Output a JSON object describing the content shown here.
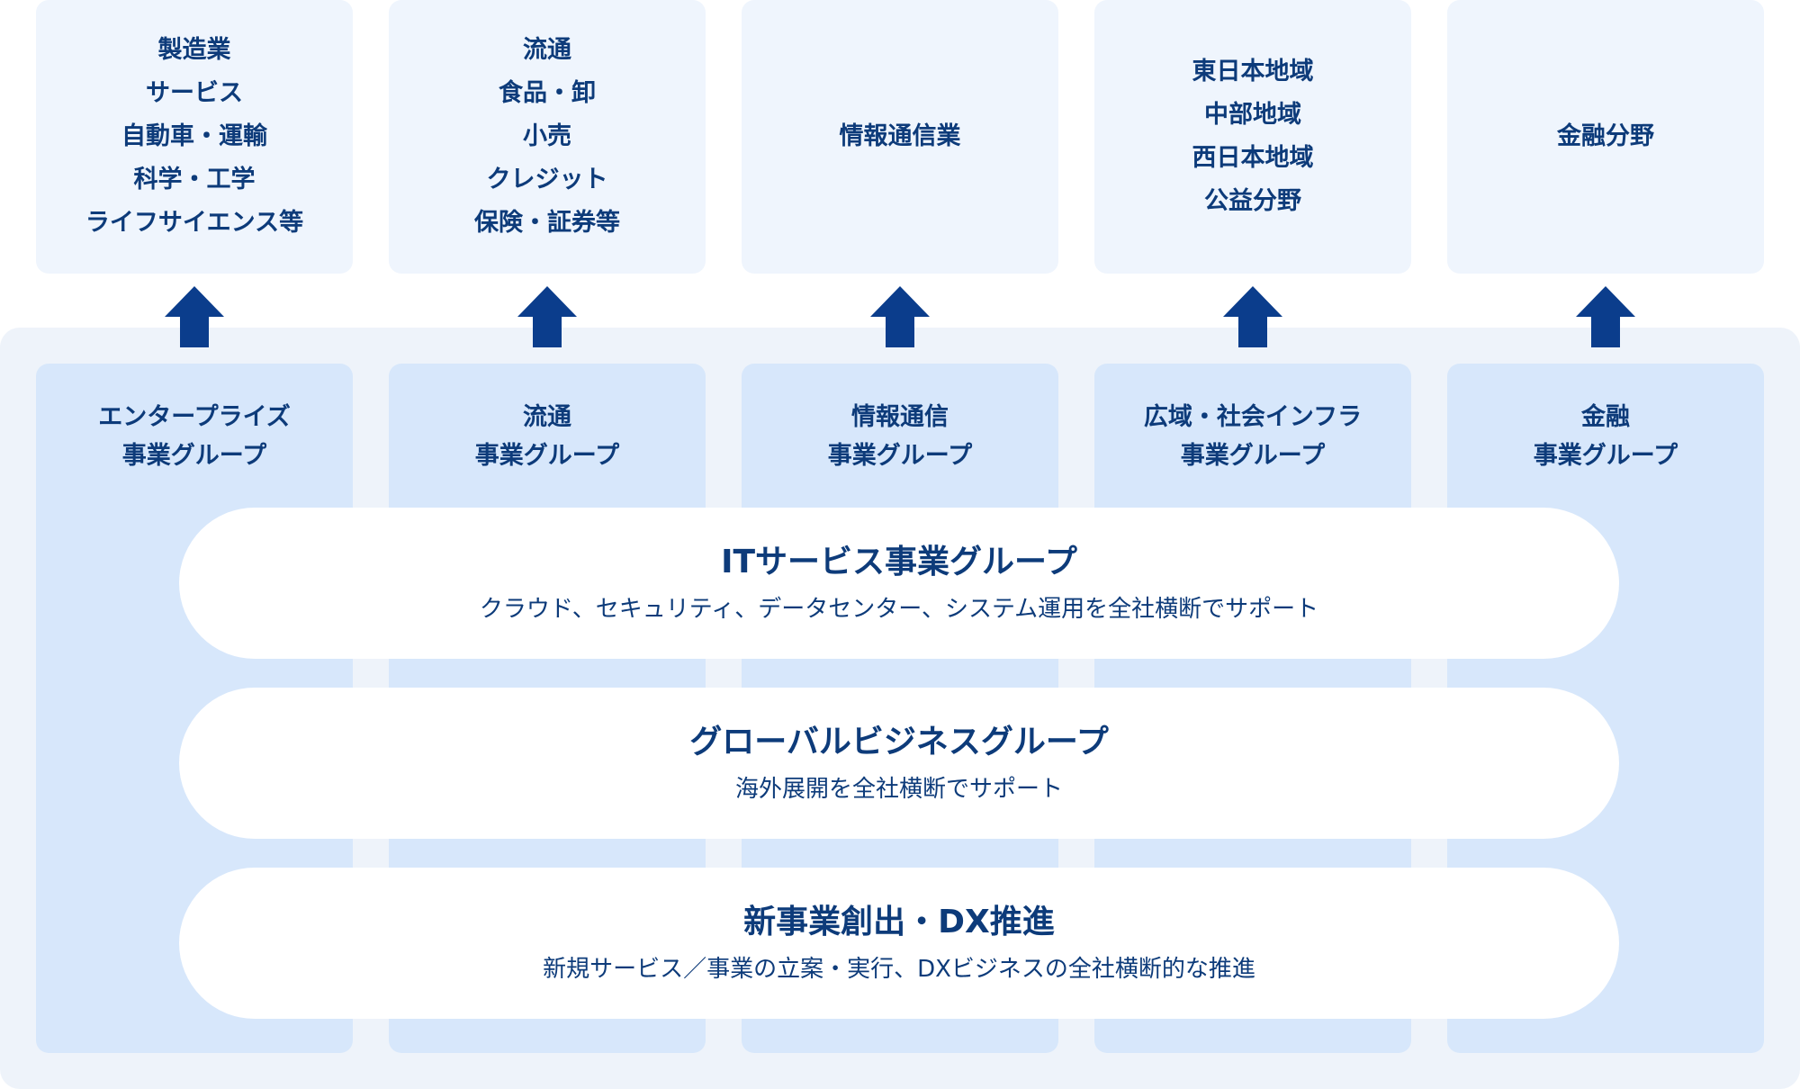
{
  "markets": [
    {
      "lines": [
        "製造業",
        "サービス",
        "自動車・運輸",
        "科学・工学",
        "ライフサイエンス等"
      ]
    },
    {
      "lines": [
        "流通",
        "食品・卸",
        "小売",
        "クレジット",
        "保険・証券等"
      ]
    },
    {
      "lines": [
        "情報通信業"
      ]
    },
    {
      "lines": [
        "東日本地域",
        "中部地域",
        "西日本地域",
        "公益分野"
      ]
    },
    {
      "lines": [
        "金融分野"
      ]
    }
  ],
  "business_groups": [
    {
      "lines": [
        "エンタープライズ",
        "事業グループ"
      ]
    },
    {
      "lines": [
        "流通",
        "事業グループ"
      ]
    },
    {
      "lines": [
        "情報通信",
        "事業グループ"
      ]
    },
    {
      "lines": [
        "広域・社会インフラ",
        "事業グループ"
      ]
    },
    {
      "lines": [
        "金融",
        "事業グループ"
      ]
    }
  ],
  "cross_groups": [
    {
      "title": "ITサービス事業グループ",
      "description": "クラウド、セキュリティ、データセンター、システム運用を全社横断でサポート"
    },
    {
      "title": "グローバルビジネスグループ",
      "description": "海外展開を全社横断でサポート"
    },
    {
      "title": "新事業創出・DX推進",
      "description": "新規サービス／事業の立案・実行、DXビジネスの全社横断的な推進"
    }
  ],
  "icons": {
    "arrow": "up-arrow-icon"
  },
  "colors": {
    "text": "#0d3b7a",
    "arrow": "#0b3d8c",
    "market_box": "#eff5fd",
    "panel": "#eef3fa",
    "column": "#d7e7fb",
    "pill": "#ffffff"
  }
}
